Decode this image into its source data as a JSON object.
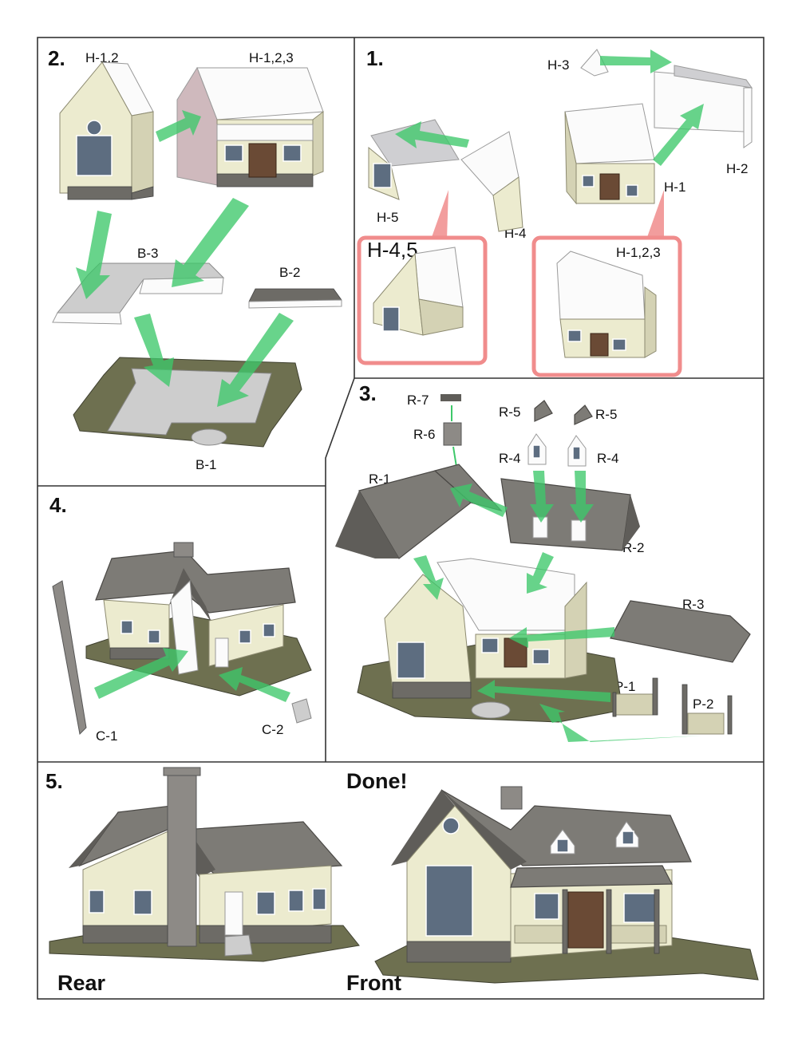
{
  "steps": {
    "s1": "1.",
    "s2": "2.",
    "s3": "3.",
    "s4": "4.",
    "s5": "5."
  },
  "step1": {
    "h3": "H-3",
    "h5": "H-5",
    "h4": "H-4",
    "h1": "H-1",
    "h2": "H-2",
    "h45": "H-4,5",
    "h123": "H-1,2,3"
  },
  "step2": {
    "h12": "H-1,2",
    "h123": "H-1,2,3",
    "b3": "B-3",
    "b2": "B-2",
    "b1": "B-1"
  },
  "step3": {
    "r7": "R-7",
    "r6": "R-6",
    "r5a": "R-5",
    "r5b": "R-5",
    "r4a": "R-4",
    "r4b": "R-4",
    "r1": "R-1",
    "r2": "R-2",
    "r3": "R-3",
    "p1": "P-1",
    "p2": "P-2"
  },
  "step4": {
    "c1": "C-1",
    "c2": "C-2"
  },
  "step5": {
    "done": "Done!",
    "rear": "Rear",
    "front": "Front"
  },
  "colors": {
    "arrow": "#3ec86a",
    "highlight": "#f08c8c",
    "roof": "#7d7b76",
    "siding": "#ecebcf"
  }
}
